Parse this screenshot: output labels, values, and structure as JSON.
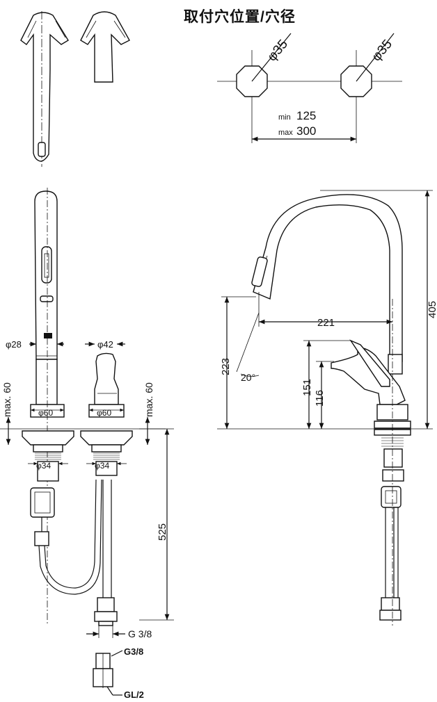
{
  "title": "取付穴位置/穴径",
  "holes": {
    "diameter_left": "φ35",
    "diameter_right": "φ35",
    "spacing_min_prefix": "min",
    "spacing_min": "125",
    "spacing_max_prefix": "max",
    "spacing_max": "300"
  },
  "front_view": {
    "spout_diameter": "φ28",
    "lever_diameter": "φ42",
    "base_left": "φ60",
    "base_right": "φ60",
    "max_left": "max. 60",
    "max_right": "max. 60",
    "shank_left": "φ34",
    "shank_right": "φ34",
    "hose_length": "525",
    "thread": "G 3/8"
  },
  "adapter": {
    "top_label": "G3/8",
    "bottom_label": "GL/2"
  },
  "side_view": {
    "height_total": "405",
    "reach": "221",
    "spout_height": "223",
    "angle": "20°",
    "lever_height": "151",
    "lever_low": "116"
  }
}
